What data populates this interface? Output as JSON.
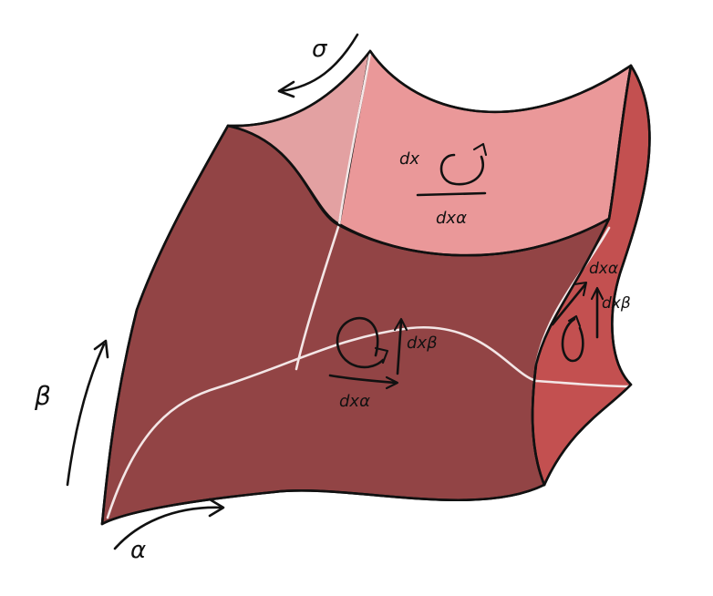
{
  "colors": {
    "front_face": "#924445",
    "top_face_light": "#ea9899",
    "top_face_left": "#e3a1a2",
    "right_face": "#c35050",
    "ink": "#111111",
    "seam": "#f3e6e6",
    "background": "#ffffff"
  },
  "labels": {
    "axis_gamma": "σ",
    "axis_beta": "β",
    "axis_alpha": "α",
    "top_face_numerator": "dx",
    "top_face_denominator": "dxα",
    "front_face_vertical": "dxβ",
    "front_face_horizontal": "dxα",
    "right_face_top": "dxα",
    "right_face_side": "dxβ"
  }
}
